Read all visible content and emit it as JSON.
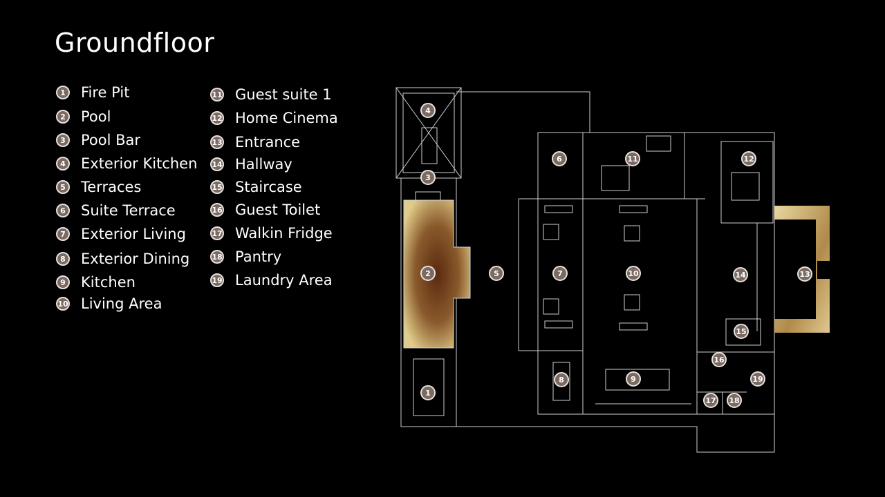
{
  "title": "Groundfloor",
  "rooms": [
    {
      "num": "1",
      "label": "Fire Pit"
    },
    {
      "num": "2",
      "label": "Pool"
    },
    {
      "num": "3",
      "label": "Pool Bar"
    },
    {
      "num": "4",
      "label": "Exterior Kitchen"
    },
    {
      "num": "5",
      "label": "Terraces"
    },
    {
      "num": "6",
      "label": "Suite Terrace"
    },
    {
      "num": "7",
      "label": "Exterior Living"
    },
    {
      "num": "8",
      "label": "Exterior Dining"
    },
    {
      "num": "9",
      "label": "Kitchen"
    },
    {
      "num": "10",
      "label": "Living Area"
    },
    {
      "num": "11",
      "label": "Guest suite 1"
    },
    {
      "num": "12",
      "label": "Home Cinema"
    },
    {
      "num": "13",
      "label": "Entrance"
    },
    {
      "num": "14",
      "label": "Hallway"
    },
    {
      "num": "15",
      "label": "Staircase"
    },
    {
      "num": "16",
      "label": "Guest Toilet"
    },
    {
      "num": "17",
      "label": "Walkin Fridge"
    },
    {
      "num": "18",
      "label": "Pantry"
    },
    {
      "num": "19",
      "label": "Laundry Area"
    }
  ],
  "colors": {
    "background": "#000000",
    "marker": "#7a6a62",
    "lines": "#d8d8d8",
    "gold": "#c9a86a"
  }
}
